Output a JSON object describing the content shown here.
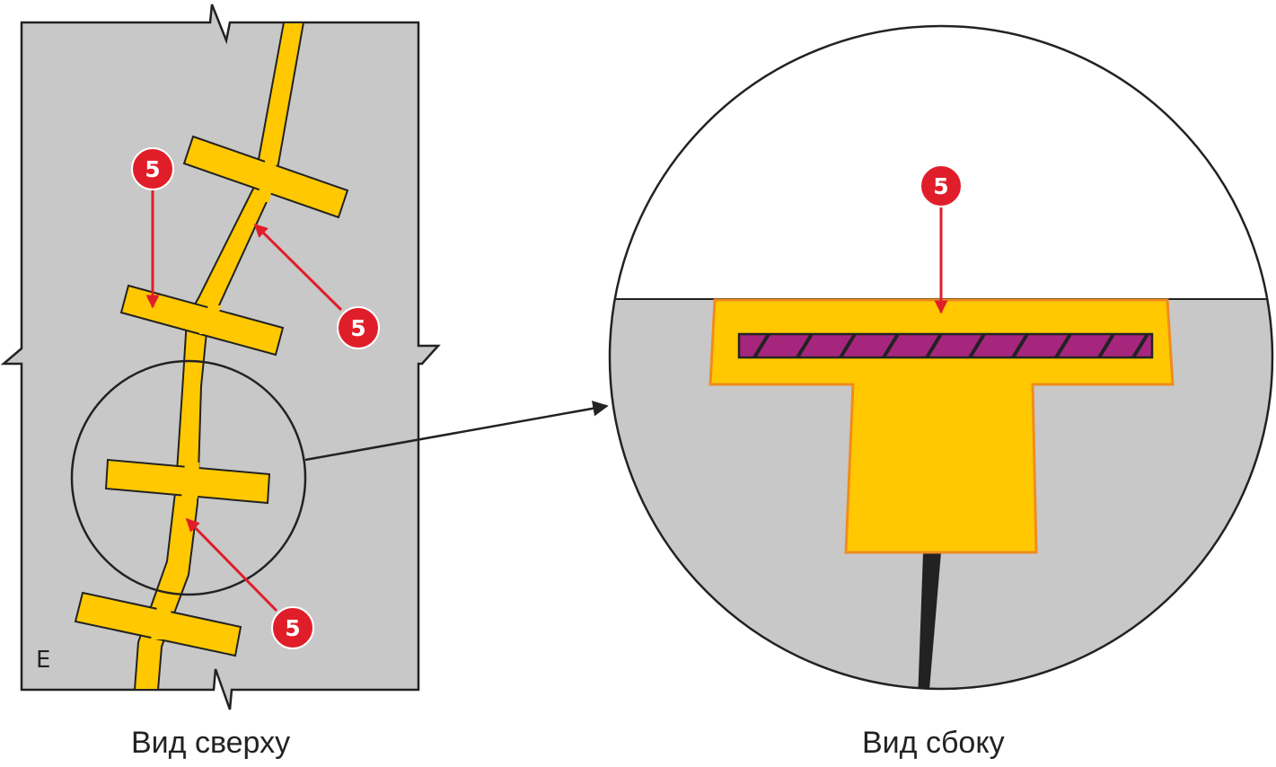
{
  "captions": {
    "top_view": "Вид сверху",
    "side_view": "Вид сбоку"
  },
  "panel_letter": "E",
  "callouts": [
    {
      "id": "callout-left-upper",
      "label": "5"
    },
    {
      "id": "callout-right-upper",
      "label": "5"
    },
    {
      "id": "callout-bottom",
      "label": "5"
    },
    {
      "id": "callout-detail",
      "label": "5"
    }
  ],
  "colors": {
    "surface": "#c8c8c8",
    "crack_fill": "#ffc800",
    "crack_outline": "#f08c1e",
    "staple": "#a6267e",
    "callout": "#e01e2a",
    "outline": "#222222"
  },
  "icons": {
    "callout": "numbered-circle-icon",
    "arrow": "arrow-icon"
  }
}
